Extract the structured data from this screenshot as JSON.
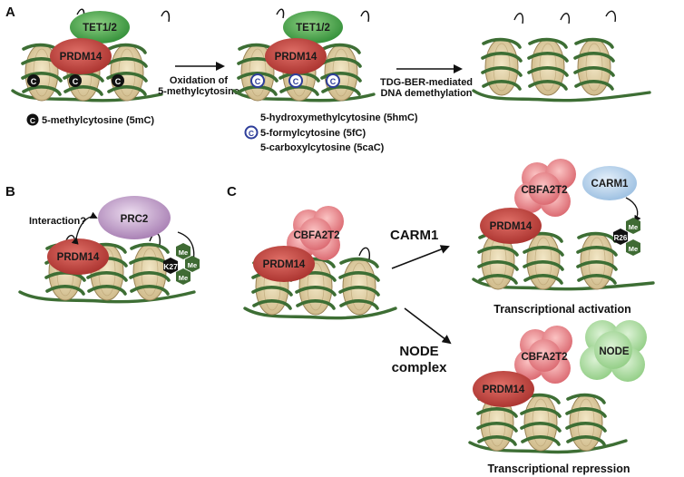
{
  "panels": {
    "a": "A",
    "b": "B",
    "c": "C"
  },
  "panel_a": {
    "tet": "TET1/2",
    "prdm14": "PRDM14",
    "step1_line1": "Oxidation of",
    "step1_line2": "5-methylcytosine",
    "step2_line1": "TDG-BER-mediated",
    "step2_line2": "DNA demethylation",
    "mark_letter": "C",
    "legend_5mc": "5-methylcytosine (5mC)",
    "legend_5hmc": "5-hydroxymethylcytosine (5hmC)",
    "legend_5fc": "5-formylcytosine (5fC)",
    "legend_5cac": "5-carboxylcytosine (5caC)"
  },
  "panel_b": {
    "prc2": "PRC2",
    "prdm14": "PRDM14",
    "interaction": "Interaction?",
    "k27": "K27",
    "me": "Me"
  },
  "panel_c": {
    "cbfa": "CBFA2T2",
    "prdm14": "PRDM14",
    "carm1_arrow": "CARM1",
    "node_arrow_line1": "NODE",
    "node_arrow_line2": "complex",
    "carm1": "CARM1",
    "r26": "R26",
    "me": "Me",
    "node": "NODE",
    "activation": "Transcriptional activation",
    "repression": "Transcriptional repression"
  },
  "colors": {
    "dna": "#3d6e34",
    "histone": "#e0d0a6",
    "histone_dark": "#a8926a",
    "prdm14": "#c44a42",
    "tet": "#4aa649",
    "prc2": "#c7a3cf",
    "cbfa": "#e9868c",
    "carm1": "#bcd6ee",
    "node": "#a8d89c",
    "me_hex": "#3f6b34",
    "mark_5mc": "#111111",
    "mark_ox": "#2e3e9a"
  }
}
